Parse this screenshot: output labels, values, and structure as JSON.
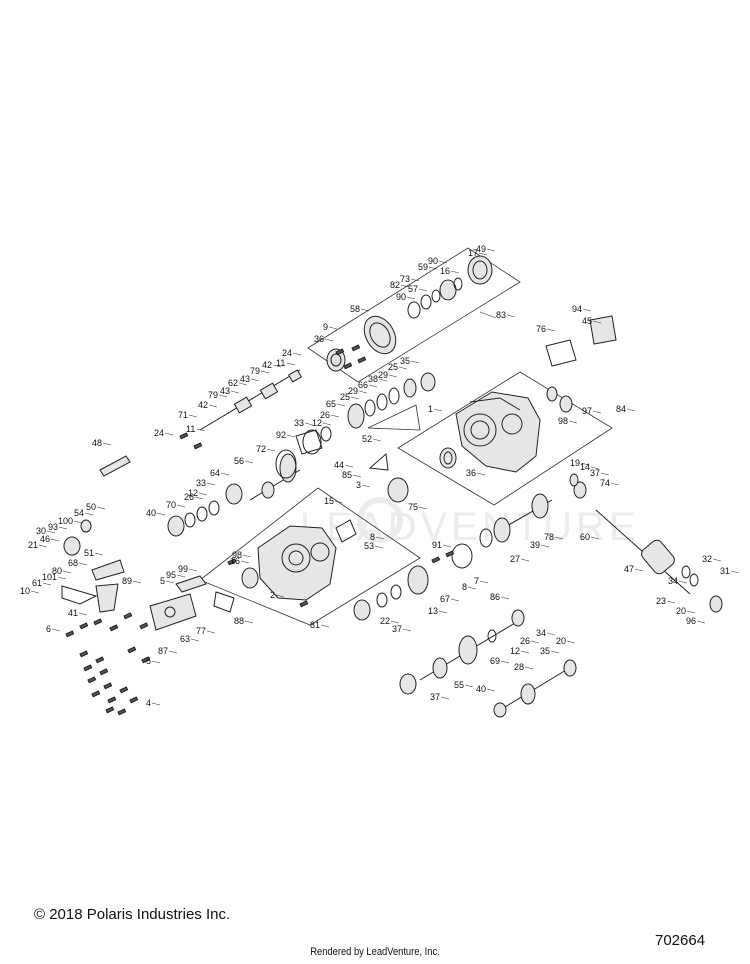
{
  "diagram": {
    "watermark": "LEADVENTURE",
    "labels": [
      "1",
      "2",
      "3",
      "4",
      "5",
      "6",
      "7",
      "8",
      "9",
      "10",
      "11",
      "12",
      "13",
      "14",
      "15",
      "16",
      "17",
      "19",
      "20",
      "21",
      "22",
      "23",
      "24",
      "25",
      "26",
      "27",
      "28",
      "29",
      "30",
      "31",
      "32",
      "33",
      "34",
      "35",
      "36",
      "37",
      "38",
      "39",
      "40",
      "41",
      "42",
      "43",
      "44",
      "45",
      "46",
      "47",
      "48",
      "49",
      "50",
      "51",
      "52",
      "53",
      "54",
      "55",
      "56",
      "57",
      "58",
      "59",
      "60",
      "61",
      "62",
      "63",
      "64",
      "65",
      "66",
      "67",
      "68",
      "69",
      "70",
      "71",
      "72",
      "73",
      "74",
      "75",
      "76",
      "77",
      "78",
      "79",
      "80",
      "81",
      "82",
      "83",
      "84",
      "85",
      "86",
      "87",
      "88",
      "89",
      "90",
      "91",
      "92",
      "93",
      "94",
      "95",
      "96",
      "97",
      "98",
      "99",
      "100",
      "101"
    ]
  },
  "footer": {
    "copyright": "© 2018 Polaris Industries Inc.",
    "rendered_by": "Rendered by LeadVenture, Inc.",
    "document_number": "702664"
  }
}
